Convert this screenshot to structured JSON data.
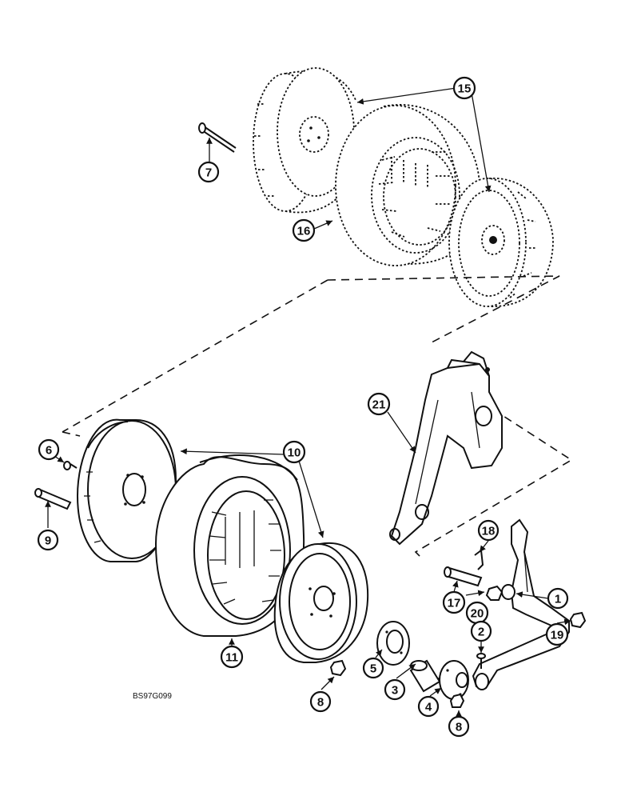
{
  "diagram": {
    "callouts": [
      {
        "id": "c1",
        "label": "1"
      },
      {
        "id": "c2",
        "label": "2"
      },
      {
        "id": "c3",
        "label": "3"
      },
      {
        "id": "c4",
        "label": "4"
      },
      {
        "id": "c5",
        "label": "5"
      },
      {
        "id": "c6",
        "label": "6"
      },
      {
        "id": "c7",
        "label": "7"
      },
      {
        "id": "c8a",
        "label": "8"
      },
      {
        "id": "c8b",
        "label": "8"
      },
      {
        "id": "c9",
        "label": "9"
      },
      {
        "id": "c10",
        "label": "10"
      },
      {
        "id": "c11",
        "label": "11"
      },
      {
        "id": "c15",
        "label": "15"
      },
      {
        "id": "c16",
        "label": "16"
      },
      {
        "id": "c17",
        "label": "17"
      },
      {
        "id": "c18",
        "label": "18"
      },
      {
        "id": "c19",
        "label": "19"
      },
      {
        "id": "c20",
        "label": "20"
      },
      {
        "id": "c21",
        "label": "21"
      }
    ],
    "reference_code": "BS97G099"
  }
}
